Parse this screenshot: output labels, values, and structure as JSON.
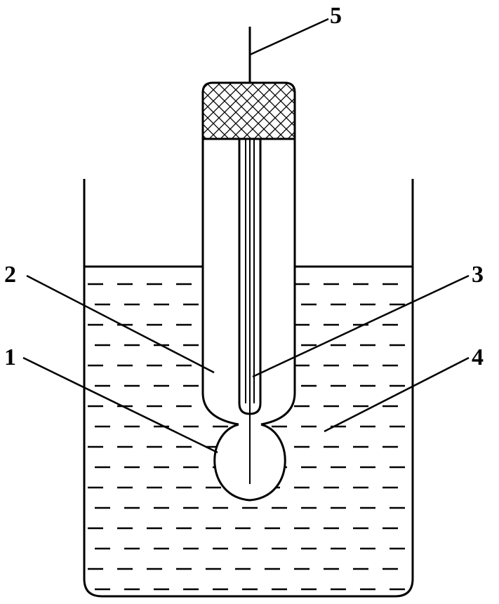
{
  "diagram": {
    "labels": {
      "one": "1",
      "two": "2",
      "three": "3",
      "four": "4",
      "five": "5"
    },
    "colors": {
      "ink": "#000000",
      "background": "#ffffff"
    }
  }
}
